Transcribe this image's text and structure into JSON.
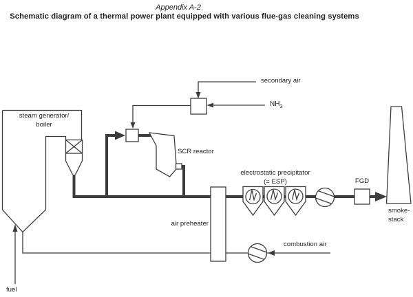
{
  "title": {
    "appendix": "Appendix A-2",
    "heading": "Schematic diagram of a thermal power plant equipped with various flue-gas cleaning systems"
  },
  "labels": {
    "boiler": "steam generator/ boiler",
    "boiler_line1": "steam generator/",
    "boiler_line2": "boiler",
    "scr_reactor": "SCR reactor",
    "secondary_air": "secondary air",
    "nh3_main": "NH",
    "nh3_sub": "3",
    "esp_line1": "electrostatic precipitator",
    "esp_line2": "(= ESP)",
    "fgd": "FGD",
    "stack_line1": "smoke-",
    "stack_line2": "stack",
    "air_preheater": "air preheater",
    "combustion_air": "combustion air",
    "fuel": "fuel"
  },
  "colors": {
    "line": "#3c3c3c",
    "text": "#222222",
    "background": "#ffffff"
  }
}
